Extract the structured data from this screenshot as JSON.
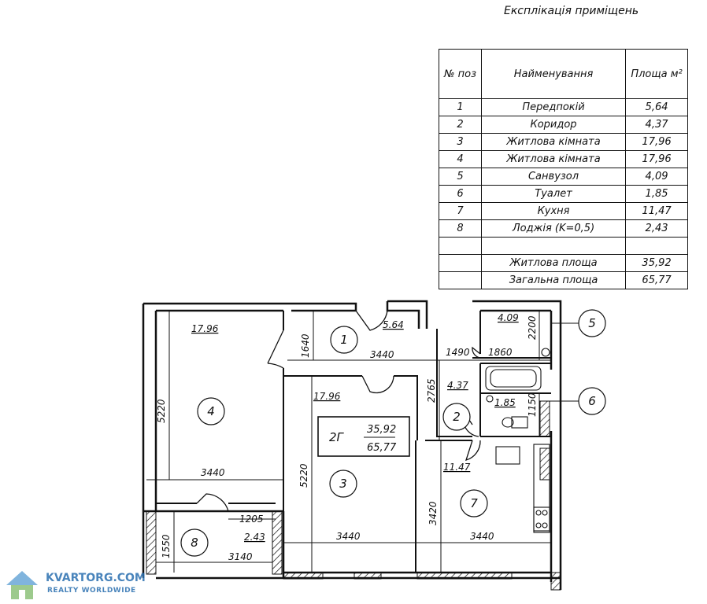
{
  "heading": "Експлікація приміщень",
  "table": {
    "headers": {
      "num": "№ поз",
      "name": "Найменування",
      "area": "Площа м²"
    },
    "rows": [
      {
        "num": "1",
        "name": "Передпокій",
        "area": "5,64"
      },
      {
        "num": "2",
        "name": "Коридор",
        "area": "4,37"
      },
      {
        "num": "3",
        "name": "Житлова кімната",
        "area": "17,96"
      },
      {
        "num": "4",
        "name": "Житлова кімната",
        "area": "17,96"
      },
      {
        "num": "5",
        "name": "Санвузол",
        "area": "4,09"
      },
      {
        "num": "6",
        "name": "Туалет",
        "area": "1,85"
      },
      {
        "num": "7",
        "name": "Кухня",
        "area": "11,47"
      },
      {
        "num": "8",
        "name": "Лоджія (K=0,5)",
        "area": "2,43"
      }
    ],
    "living": {
      "label": "Житлова площа",
      "area": "35,92"
    },
    "total": {
      "label": "Загальна площа",
      "area": "65,77"
    }
  },
  "plan": {
    "rooms": [
      {
        "id": "1",
        "area": "5.64"
      },
      {
        "id": "2",
        "area": "4.37"
      },
      {
        "id": "3",
        "area": "17.96"
      },
      {
        "id": "4",
        "area": "17.96"
      },
      {
        "id": "5",
        "area": "4.09"
      },
      {
        "id": "6",
        "area": "1.85"
      },
      {
        "id": "7",
        "area": "11.47"
      },
      {
        "id": "8",
        "area": "2.43"
      }
    ],
    "dimensions": {
      "d1640": "1640",
      "d3440_a": "3440",
      "d1490": "1490",
      "d1860": "1860",
      "d2200": "2200",
      "d2765": "2765",
      "d1150": "1150",
      "d5220_a": "5220",
      "d5220_b": "5220",
      "d3440_b": "3440",
      "d3420": "3420",
      "d1205": "1205",
      "d1550": "1550",
      "d3140": "3140",
      "d3440_c": "3440",
      "d3440_d": "3440"
    },
    "summary": {
      "type": "2Г",
      "living": "35,92",
      "total": "65,77"
    }
  },
  "watermark": {
    "brand": "KVARTORG.COM",
    "tagline": "REALTY WORLDWIDE"
  }
}
